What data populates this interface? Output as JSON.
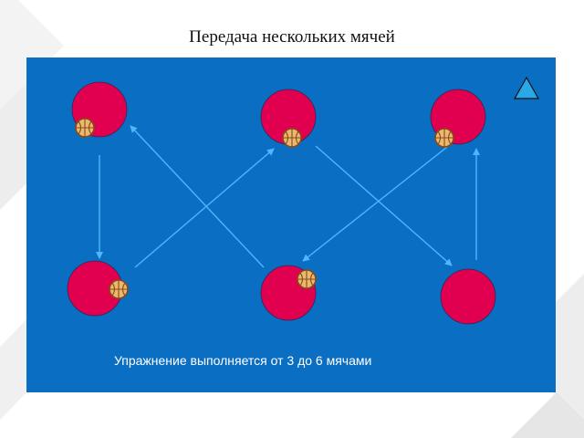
{
  "slide": {
    "title": "Передача нескольких мячей",
    "caption": "Упражнение выполняется от 3 до 6 мячами"
  },
  "colors": {
    "field": "#0a6ec2",
    "player": "#e0004f",
    "arrow": "#4fb6ff",
    "ball_fill": "#e9b873",
    "ball_stroke": "#8a4a12",
    "marker": "#29a8e8",
    "background_decor": "#eeeeee"
  },
  "icons": {
    "ball": "basketball-icon",
    "marker": "triangle-icon",
    "player": "circle-icon"
  },
  "diagram": {
    "players": [
      "top-left",
      "top-middle",
      "top-right",
      "bottom-left",
      "bottom-middle",
      "bottom-right"
    ],
    "balls_held_by": [
      "top-left",
      "top-middle",
      "top-right",
      "bottom-left",
      "bottom-middle"
    ],
    "passes": [
      [
        "top-left",
        "bottom-left"
      ],
      [
        "bottom-left",
        "top-middle"
      ],
      [
        "top-middle",
        "bottom-right"
      ],
      [
        "bottom-right",
        "top-right"
      ],
      [
        "top-right",
        "bottom-middle"
      ],
      [
        "bottom-middle",
        "top-left"
      ]
    ]
  }
}
